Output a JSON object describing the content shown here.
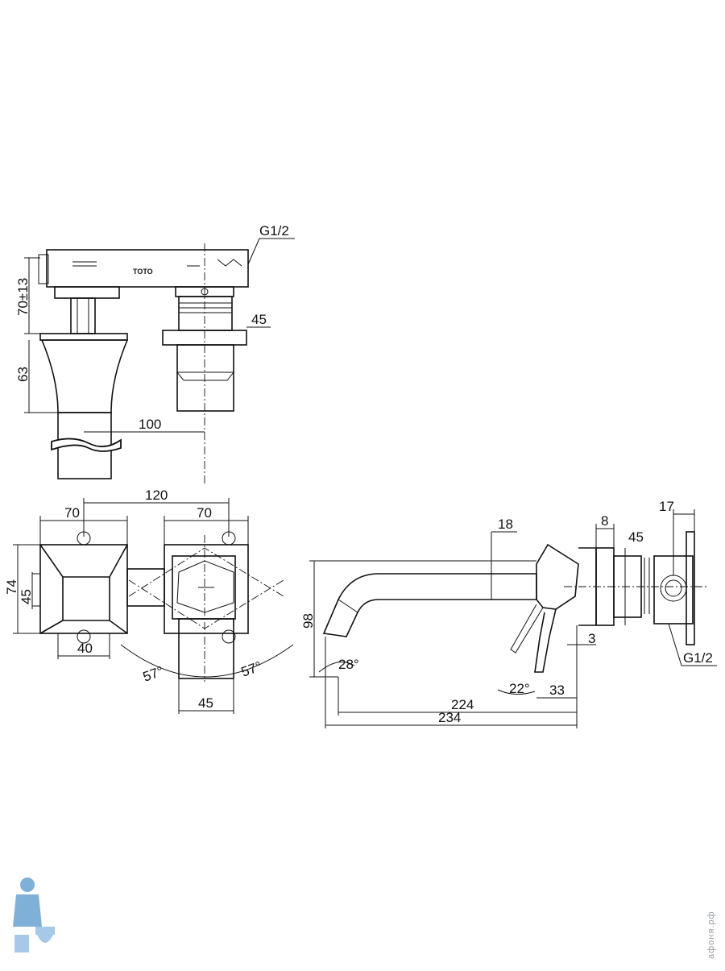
{
  "drawing": {
    "top_view": {
      "brand": "TOTO",
      "thread_label": "G1/2",
      "dim_height_adjust": "70±13",
      "dim_body_height": "63",
      "dim_flange": "45",
      "dim_spacing": "100"
    },
    "front_view": {
      "dim_total_width": "120",
      "dim_left_plate": "70",
      "dim_right_plate": "70",
      "dim_height": "74",
      "dim_inner_height": "45",
      "dim_spout_width": "40",
      "dim_handle_width": "45",
      "angle_left": "57°",
      "angle_right": "57°"
    },
    "side_view": {
      "dim_spout_thickness": "18",
      "dim_plate_thickness": "8",
      "dim_box_depth": "17",
      "dim_box_offset": "45",
      "dim_height": "98",
      "dim_gap": "3",
      "angle_spout": "28°",
      "angle_lever": "22°",
      "dim_lever": "33",
      "dim_projection": "224",
      "dim_total_length": "234",
      "thread_label": "G1/2"
    }
  },
  "watermark": {
    "text": "афоня.рф",
    "logo_icon": "plumber-mascot-icon"
  },
  "colors": {
    "line": "#111111",
    "background": "#ffffff",
    "logo": "#4a90c8"
  }
}
